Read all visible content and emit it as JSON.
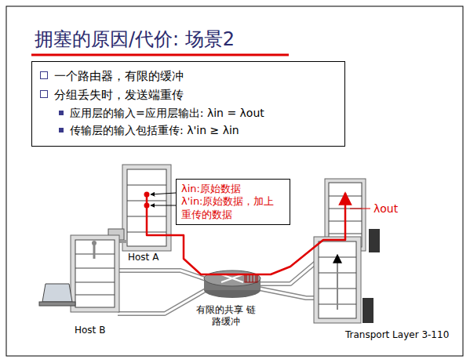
{
  "diagram": {
    "title": "拥塞的原因/代价: 场景2",
    "nodes": [
      {
        "text": [
          "一个路由器，有限的缓冲",
          "分组丢失时，发送端重传",
          "应用层的输入=应用层输出: λin = λout",
          "传输层的输入包括重传: λ'in ≥ λin"
        ]
      },
      {
        "text": [
          "λin:原始数据",
          "λ'in:原始数据，加上 重传的数据"
        ]
      }
    ],
    "labels": [
      "Host A",
      "Host B",
      "λout",
      "有限的共享 链路缓冲",
      "Transport Layer 3-110"
    ]
  }
}
